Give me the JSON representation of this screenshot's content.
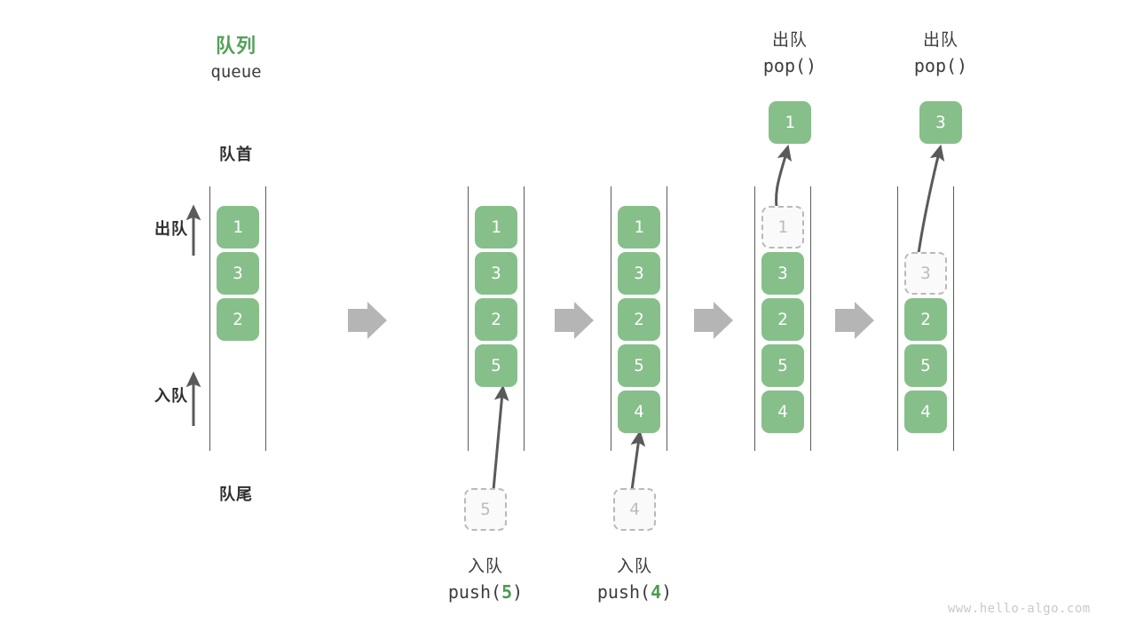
{
  "diagram": {
    "title_cn": "队列",
    "title_en": "queue",
    "head_label": "队首",
    "tail_label": "队尾",
    "dequeue_label": "出队",
    "enqueue_label": "入队",
    "watermark": "www.hello-algo.com"
  },
  "stages": [
    {
      "id": "stage-initial",
      "cells": [
        "1",
        "3",
        "2"
      ],
      "ghost_top": null,
      "ghost_bottom": null,
      "popped": null,
      "op_cn": null,
      "op_code_prefix": null,
      "op_code_arg": null,
      "op_code_suffix": null
    },
    {
      "id": "stage-push-5",
      "cells": [
        "1",
        "3",
        "2",
        "5"
      ],
      "ghost_top": null,
      "ghost_bottom": "5",
      "popped": null,
      "op_cn": "入队",
      "op_code_prefix": "push(",
      "op_code_arg": "5",
      "op_code_suffix": ")"
    },
    {
      "id": "stage-push-4",
      "cells": [
        "1",
        "3",
        "2",
        "5",
        "4"
      ],
      "ghost_top": null,
      "ghost_bottom": "4",
      "popped": null,
      "op_cn": "入队",
      "op_code_prefix": "push(",
      "op_code_arg": "4",
      "op_code_suffix": ")"
    },
    {
      "id": "stage-pop-1",
      "cells": [
        "3",
        "2",
        "5",
        "4"
      ],
      "ghost_top": "1",
      "ghost_bottom": null,
      "popped": "1",
      "op_cn": "出队",
      "op_code_prefix": "pop()",
      "op_code_arg": "",
      "op_code_suffix": ""
    },
    {
      "id": "stage-pop-3",
      "cells": [
        "2",
        "5",
        "4"
      ],
      "ghost_top": "3",
      "ghost_bottom": null,
      "popped": "3",
      "op_cn": "出队",
      "op_code_prefix": "pop()",
      "op_code_arg": "",
      "op_code_suffix": ""
    }
  ],
  "colors": {
    "accent_green": "#56a05a",
    "cell_green": "#87bf8a",
    "ghost_border": "#b9b9b9",
    "arrow_gray": "#b5b5b5",
    "rail_gray": "#5a5a5a"
  }
}
